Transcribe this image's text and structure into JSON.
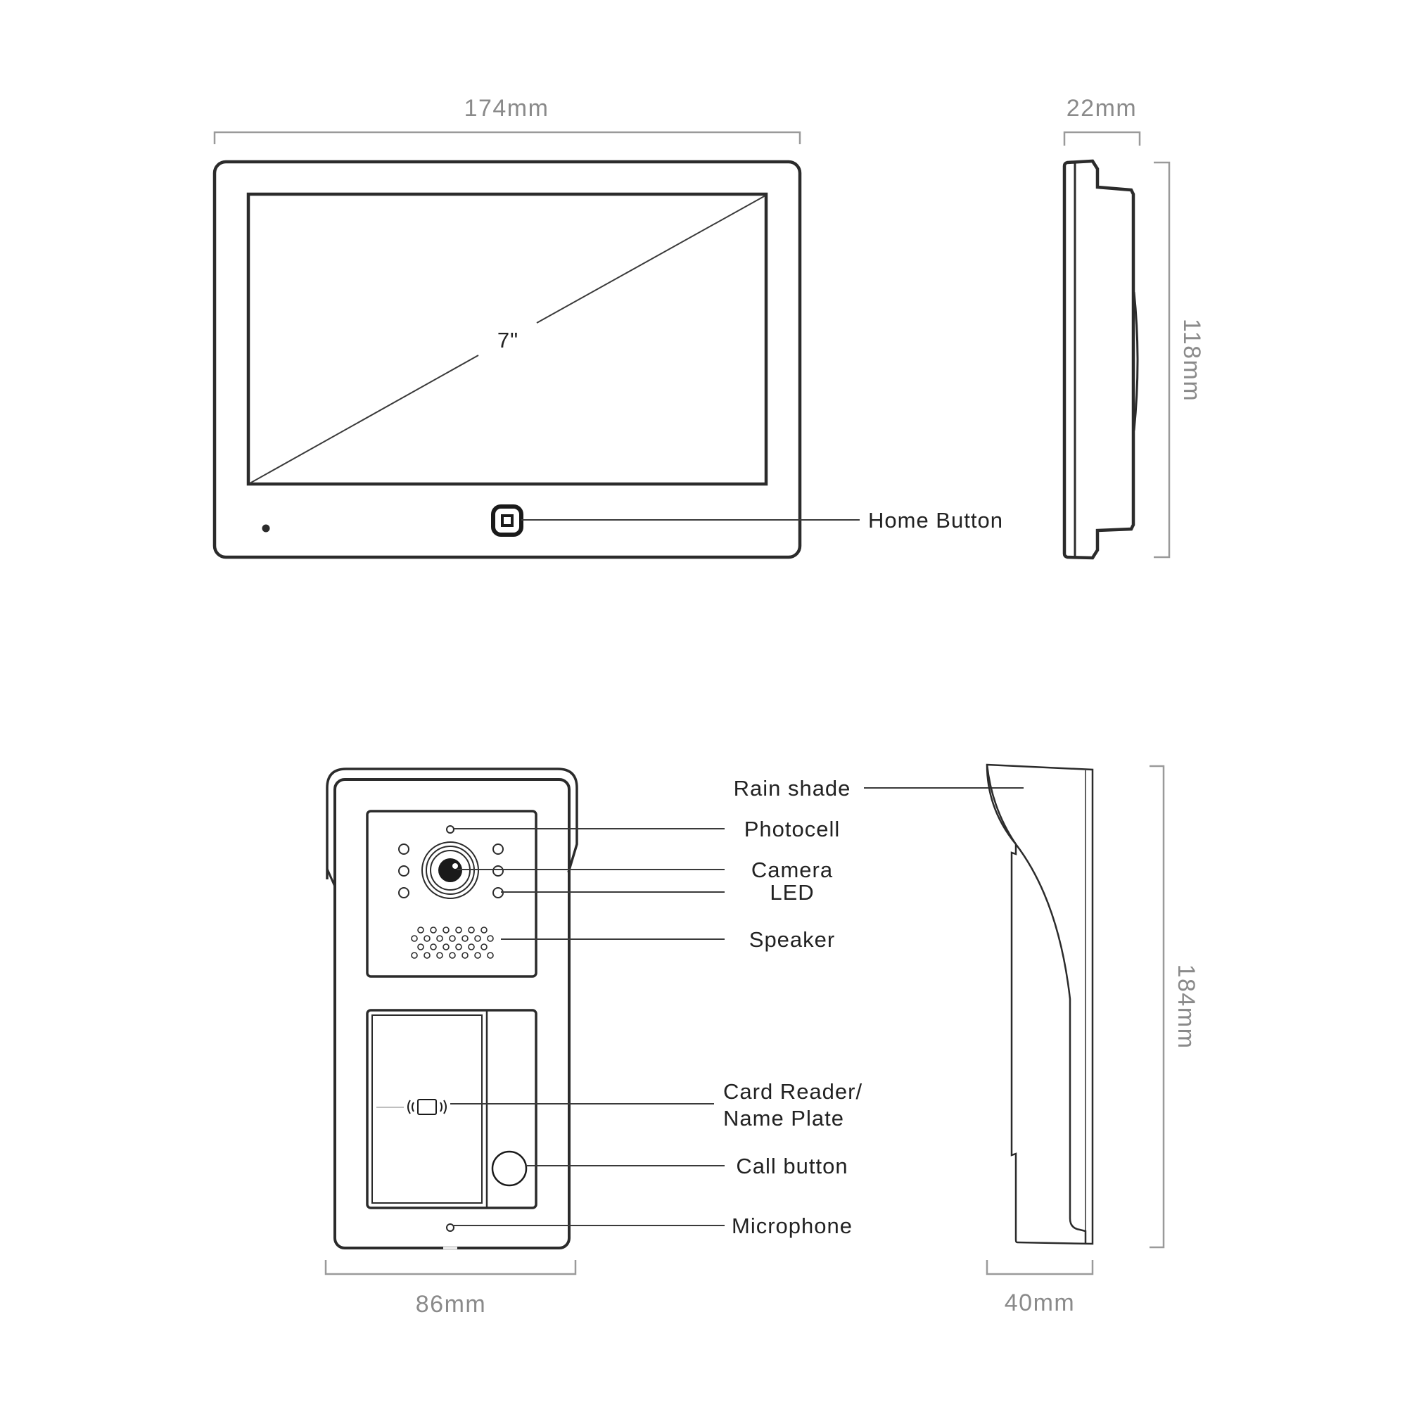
{
  "monitor": {
    "width_label": "174mm",
    "depth_label": "22mm",
    "height_label": "118mm",
    "screen_size_label": "7\"",
    "home_button_label": "Home Button"
  },
  "door_station": {
    "width_label": "86mm",
    "depth_label": "40mm",
    "height_label": "184mm",
    "labels": {
      "rain_shade": "Rain shade",
      "photocell": "Photocell",
      "camera": "Camera",
      "led": "LED",
      "speaker": "Speaker",
      "card_reader_line1": "Card Reader/",
      "card_reader_line2": "Name Plate",
      "call_button": "Call button",
      "microphone": "Microphone"
    }
  },
  "colors": {
    "outline": "#2b2b2b",
    "dimension": "#8a8a8a",
    "label": "#222222"
  }
}
